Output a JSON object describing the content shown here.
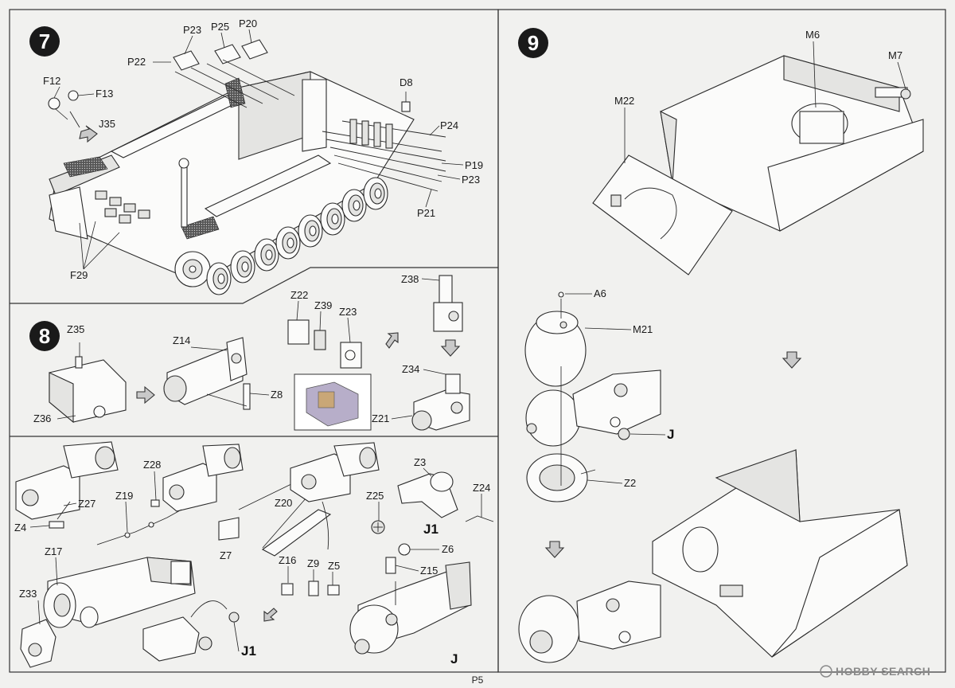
{
  "steps": {
    "s7": {
      "number": "7"
    },
    "s8": {
      "number": "8"
    },
    "s9": {
      "number": "9"
    }
  },
  "labels": {
    "s7": {
      "p23a": "P23",
      "p25": "P25",
      "p20": "P20",
      "p22": "P22",
      "f12": "F12",
      "f13": "F13",
      "j35": "J35",
      "d8": "D8",
      "p24": "P24",
      "p19": "P19",
      "p23b": "P23",
      "p21": "P21",
      "f29": "F29"
    },
    "s8": {
      "z35": "Z35",
      "z36": "Z36",
      "z14": "Z14",
      "z8": "Z8",
      "z22": "Z22",
      "z39": "Z39",
      "z23": "Z23",
      "z38": "Z38",
      "z34": "Z34",
      "z21": "Z21"
    },
    "s8b": {
      "z27": "Z27",
      "z4": "Z4",
      "z28": "Z28",
      "z19": "Z19",
      "z20": "Z20",
      "z7": "Z7",
      "z3": "Z3",
      "z25": "Z25",
      "z24": "Z24",
      "j1a": "J1",
      "z17": "Z17",
      "z33": "Z33",
      "z16": "Z16",
      "z9": "Z9",
      "z5": "Z5",
      "z6": "Z6",
      "z15": "Z15",
      "j1b": "J1",
      "ja": "J"
    },
    "s9": {
      "m6": "M6",
      "m7": "M7",
      "m22": "M22",
      "a6": "A6",
      "m21": "M21",
      "jb": "J",
      "z2": "Z2"
    }
  },
  "footer": {
    "page": "P5",
    "watermark": "HOBBY SEARCH"
  }
}
